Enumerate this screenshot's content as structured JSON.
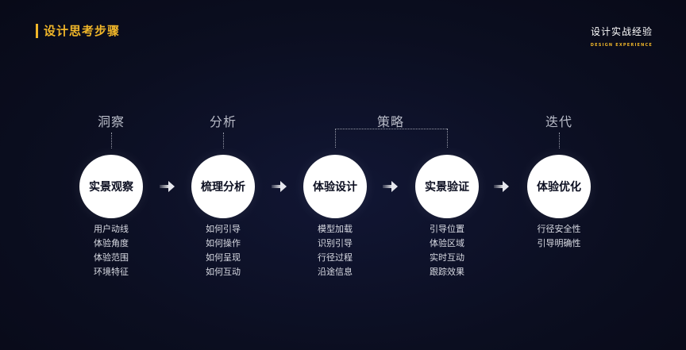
{
  "header": {
    "title": "设计思考步骤",
    "brand_cn": "设计实战经验",
    "brand_en": "DESIGN EXPERIENCE"
  },
  "phases": {
    "insight": "洞察",
    "analysis": "分析",
    "strategy": "策略",
    "iteration": "迭代"
  },
  "steps": [
    {
      "label": "实景观察",
      "items": [
        "用户动线",
        "体验角度",
        "体验范围",
        "环境特征"
      ]
    },
    {
      "label": "梳理分析",
      "items": [
        "如何引导",
        "如何操作",
        "如何呈现",
        "如何互动"
      ]
    },
    {
      "label": "体验设计",
      "items": [
        "模型加载",
        "识别引导",
        "行径过程",
        "沿途信息"
      ]
    },
    {
      "label": "实景验证",
      "items": [
        "引导位置",
        "体验区域",
        "实时互动",
        "跟踪效果"
      ]
    },
    {
      "label": "体验优化",
      "items": [
        "行径安全性",
        "引导明确性"
      ]
    }
  ],
  "colors": {
    "accent": "#f0b629",
    "background": "#0b0e20",
    "circle": "#ffffff"
  }
}
